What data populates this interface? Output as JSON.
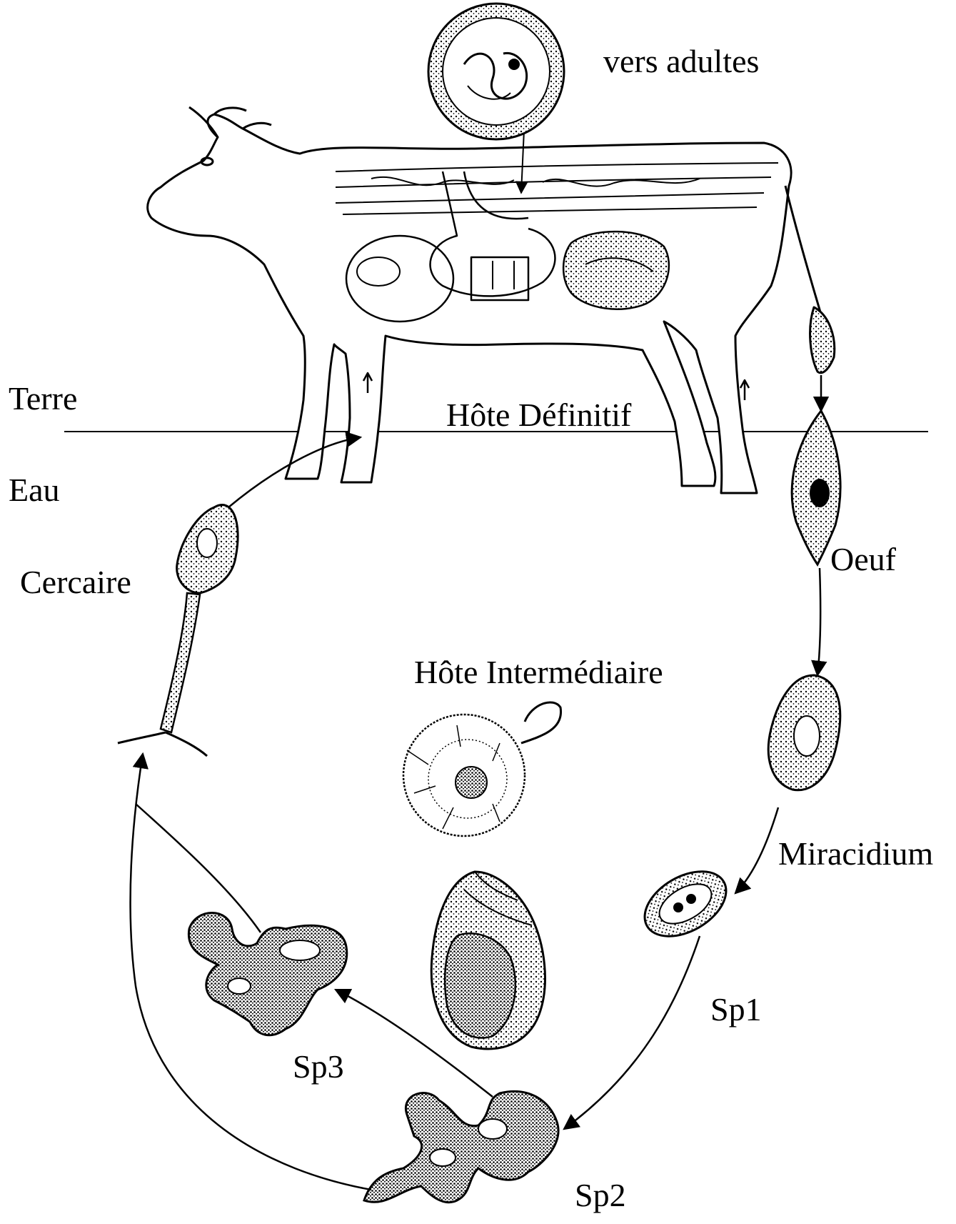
{
  "labels": {
    "adult_worms": "vers adultes",
    "land": "Terre",
    "definitive_host": "Hôte Définitif",
    "water": "Eau",
    "egg": "Oeuf",
    "cercaria": "Cercaire",
    "intermediate_host": "Hôte Intermédiaire",
    "miracidium": "Miracidium",
    "sporocyst_1": "Sp1",
    "sporocyst_2": "Sp2",
    "sporocyst_3": "Sp3"
  },
  "icons": [
    "cow-icon",
    "adult-worm-cyst-icon",
    "egg-icon",
    "miracidium-icon",
    "planorbis-snail-icon",
    "lymnaea-snail-icon",
    "sporocyst-icon",
    "cercaria-icon"
  ],
  "colors": {
    "ink": "#000000",
    "paper": "#ffffff",
    "stipple": "#555555"
  }
}
